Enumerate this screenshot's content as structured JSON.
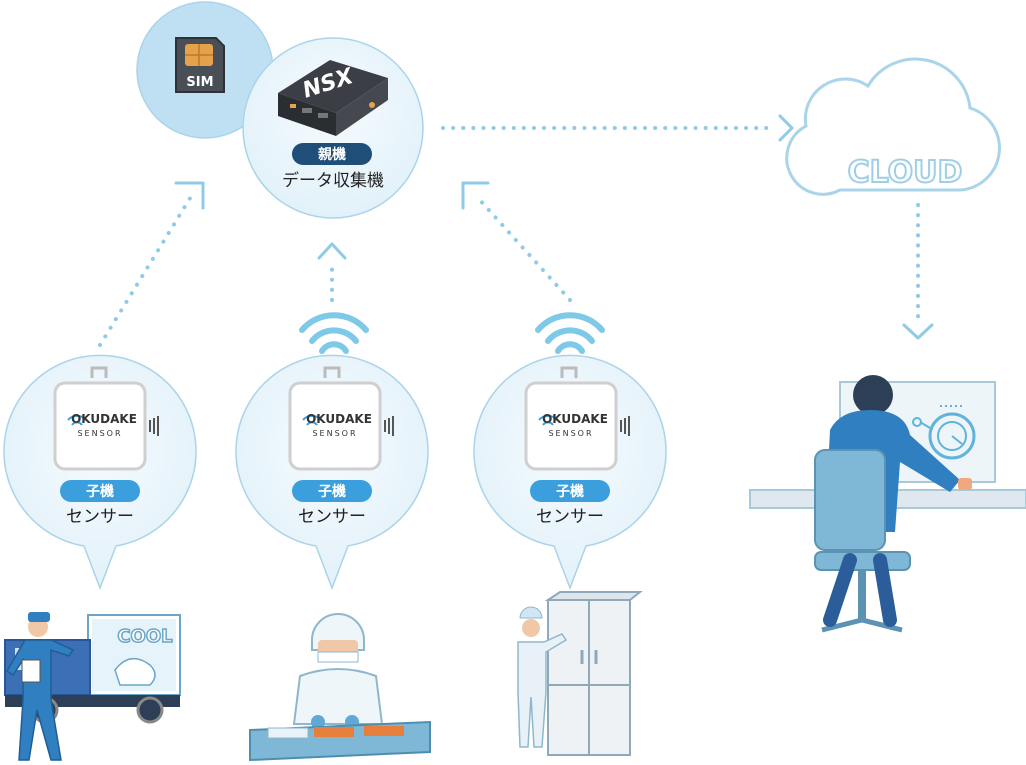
{
  "gateway": {
    "sim_label": "SIM",
    "device_logo": "NSX",
    "badge": "親機",
    "caption": "データ収集機"
  },
  "cloud": {
    "label": "CLOUD"
  },
  "sensors": [
    {
      "logo": "OKUDAKE",
      "logo_sub": "SENSOR",
      "badge": "子機",
      "caption": "センサー",
      "scene": "delivery-truck"
    },
    {
      "logo": "OKUDAKE",
      "logo_sub": "SENSOR",
      "badge": "子機",
      "caption": "センサー",
      "scene": "food-factory-worker"
    },
    {
      "logo": "OKUDAKE",
      "logo_sub": "SENSOR",
      "badge": "子機",
      "caption": "センサー",
      "scene": "refrigerator-worker"
    }
  ],
  "truck": {
    "cool_label": "COOL"
  },
  "colors": {
    "bubble_fill": "#e8f4fa",
    "bubble_stroke": "#a9d4ea",
    "badge_blue": "#3a9fdc",
    "badge_navy": "#1f4e79",
    "dots": "#8fcbe8",
    "text_dark": "#222222"
  }
}
